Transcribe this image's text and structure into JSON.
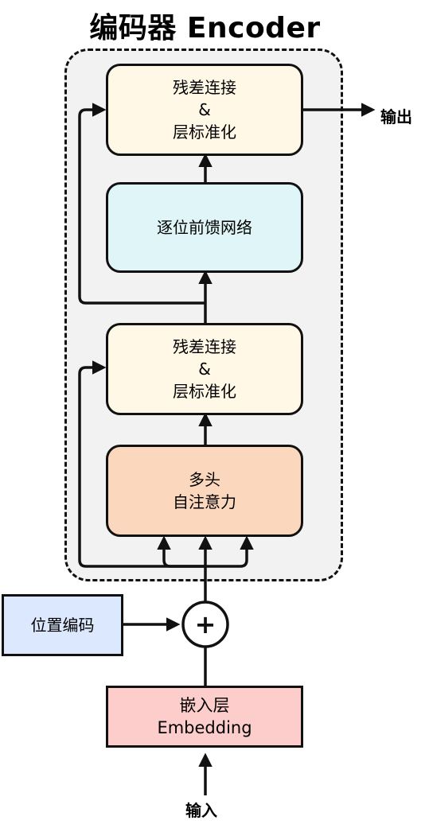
{
  "title": "编码器 Encoder",
  "blocks": {
    "addnorm_top": {
      "line1": "残差连接",
      "line2": "&",
      "line3": "层标准化"
    },
    "ffn": {
      "label": "逐位前馈网络"
    },
    "addnorm_bottom": {
      "line1": "残差连接",
      "line2": "&",
      "line3": "层标准化"
    },
    "mha": {
      "line1": "多头",
      "line2": "自注意力"
    },
    "positional": {
      "label": "位置编码"
    },
    "plus": {
      "symbol": "+"
    },
    "embedding": {
      "line1": "嵌入层",
      "line2": "Embedding"
    }
  },
  "io": {
    "input_label": "输入",
    "output_label": "输出"
  },
  "colors": {
    "addnorm": "#fff8e7",
    "ffn": "#dff5f8",
    "mha": "#fbd8bd",
    "positional": "#dbe8fd",
    "embedding": "#fdcdcc",
    "encoder_bg": "#f2f2f2"
  }
}
